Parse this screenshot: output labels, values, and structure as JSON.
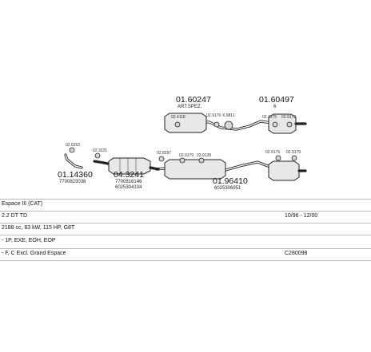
{
  "parts": {
    "p1": {
      "number": "01.60247",
      "sub": "ART.SPEZ."
    },
    "p2": {
      "number": "01.60497",
      "sub": "6"
    },
    "p3": {
      "number": "01.14360",
      "sub": "7700823038"
    },
    "p4": {
      "number": "04.3241",
      "sub_a": "7700816146",
      "sub_b": "6025304104"
    },
    "p5": {
      "number": "01.96410",
      "sub": "6025306951"
    }
  },
  "small_labels": {
    "a": "02.4118",
    "b": "02.9179",
    "c": "X.0811",
    "d": "02.3175",
    "e": "02.9179",
    "f": "02.9179",
    "g": "02.9179",
    "h": "02.8297",
    "i": "02.9179",
    "j": "33.9128",
    "k": "02.6263",
    "l": "02.3221"
  },
  "info": {
    "model": "Espace III (CAT)",
    "engine": "2.2 DT TD",
    "date_range": "10/96 - 12/00",
    "spec": "2188 cc, 83 kW, 115 HP, G8T",
    "engine_code": "- 1P, EXE, EOH, EOP",
    "body": "- F, C Excl. Grand Espace",
    "catalog": "C280098"
  }
}
